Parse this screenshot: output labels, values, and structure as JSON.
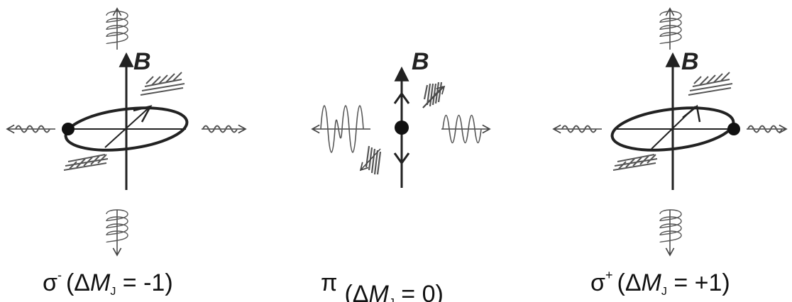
{
  "colors": {
    "ink": "#222222",
    "wave": "#555555",
    "background": "#ffffff"
  },
  "panels": [
    {
      "id": "sigma-minus",
      "field_label": "B",
      "caption": {
        "symbol": "σ",
        "superscript": "-",
        "open": "(Δ",
        "var": "M",
        "subscript": "J",
        "rest": " = -1)"
      }
    },
    {
      "id": "pi",
      "field_label": "B",
      "caption": {
        "symbol": "π",
        "superscript": "",
        "open": "(Δ",
        "var": "M",
        "subscript": "J",
        "rest": " = 0)"
      }
    },
    {
      "id": "sigma-plus",
      "field_label": "B",
      "caption": {
        "symbol": "σ",
        "superscript": "+",
        "open": "(Δ",
        "var": "M",
        "subscript": "J",
        "rest": " = +1)"
      }
    }
  ]
}
